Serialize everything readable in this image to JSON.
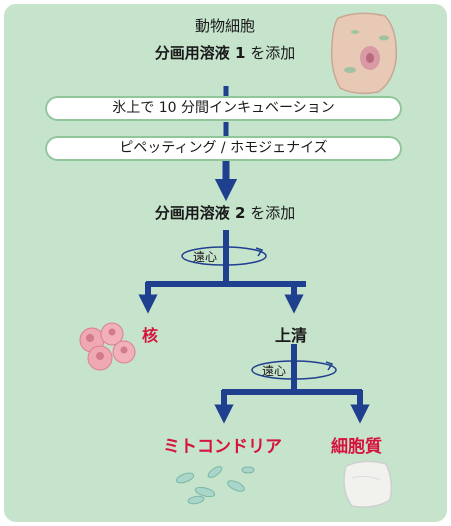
{
  "steps": {
    "source": "動物細胞",
    "add_solution_1_name": "分画用溶液 1",
    "add_solution_1_suffix": " を添加",
    "incubation": "氷上で 10 分間インキュベーション",
    "homogenize": "ピペッティング / ホモジェナイズ",
    "add_solution_2_name": "分画用溶液 2",
    "add_solution_2_suffix": " を添加",
    "centrifuge_1": "遠心",
    "nucleus": "核",
    "supernatant": "上清",
    "centrifuge_2": "遠心",
    "mitochondria": "ミトコンドリア",
    "cytoplasm": "細胞質"
  },
  "colors": {
    "panel": "#c6e3cc",
    "arrow": "#1f3f8f",
    "highlight": "#d6133c"
  }
}
